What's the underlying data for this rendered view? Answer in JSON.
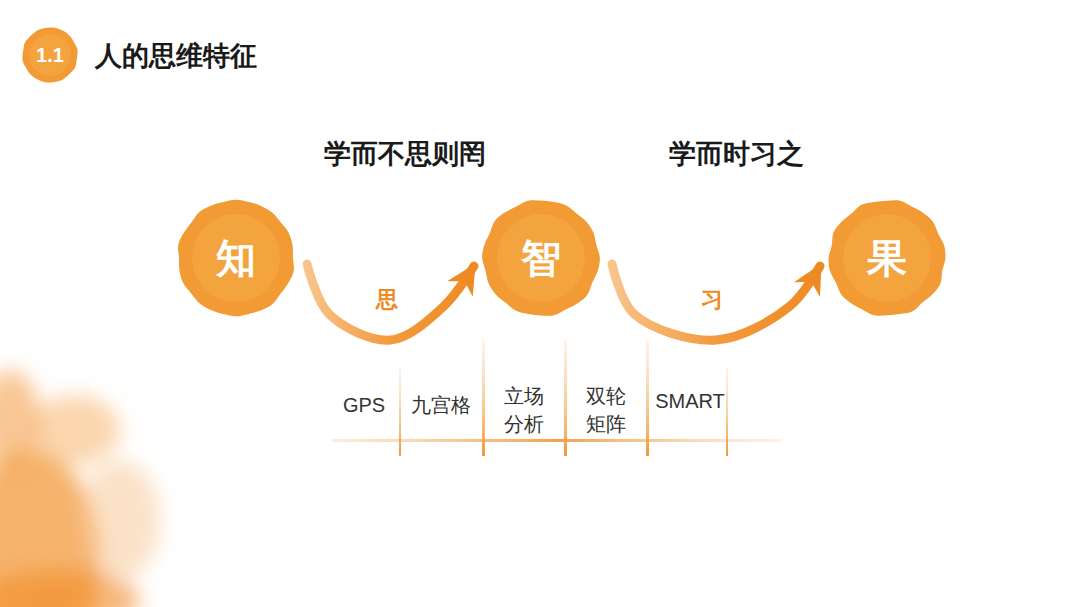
{
  "diagram": {
    "title": "人的思维特征",
    "nodes": [
      {
        "text": [
          "1.1"
        ]
      },
      {
        "text": [
          "知"
        ]
      },
      {
        "text": [
          "智"
        ]
      },
      {
        "text": [
          "果"
        ]
      }
    ],
    "edges": [
      {
        "from": 1,
        "to": 2,
        "arrow": "to",
        "label": "思"
      },
      {
        "from": 2,
        "to": 3,
        "arrow": "to",
        "label": "习"
      }
    ],
    "labels": [
      "学而不思则罔",
      "学而时习之",
      "GPS",
      "九宫格",
      "立场 分析",
      "双轮 矩阵",
      "SMART"
    ]
  }
}
